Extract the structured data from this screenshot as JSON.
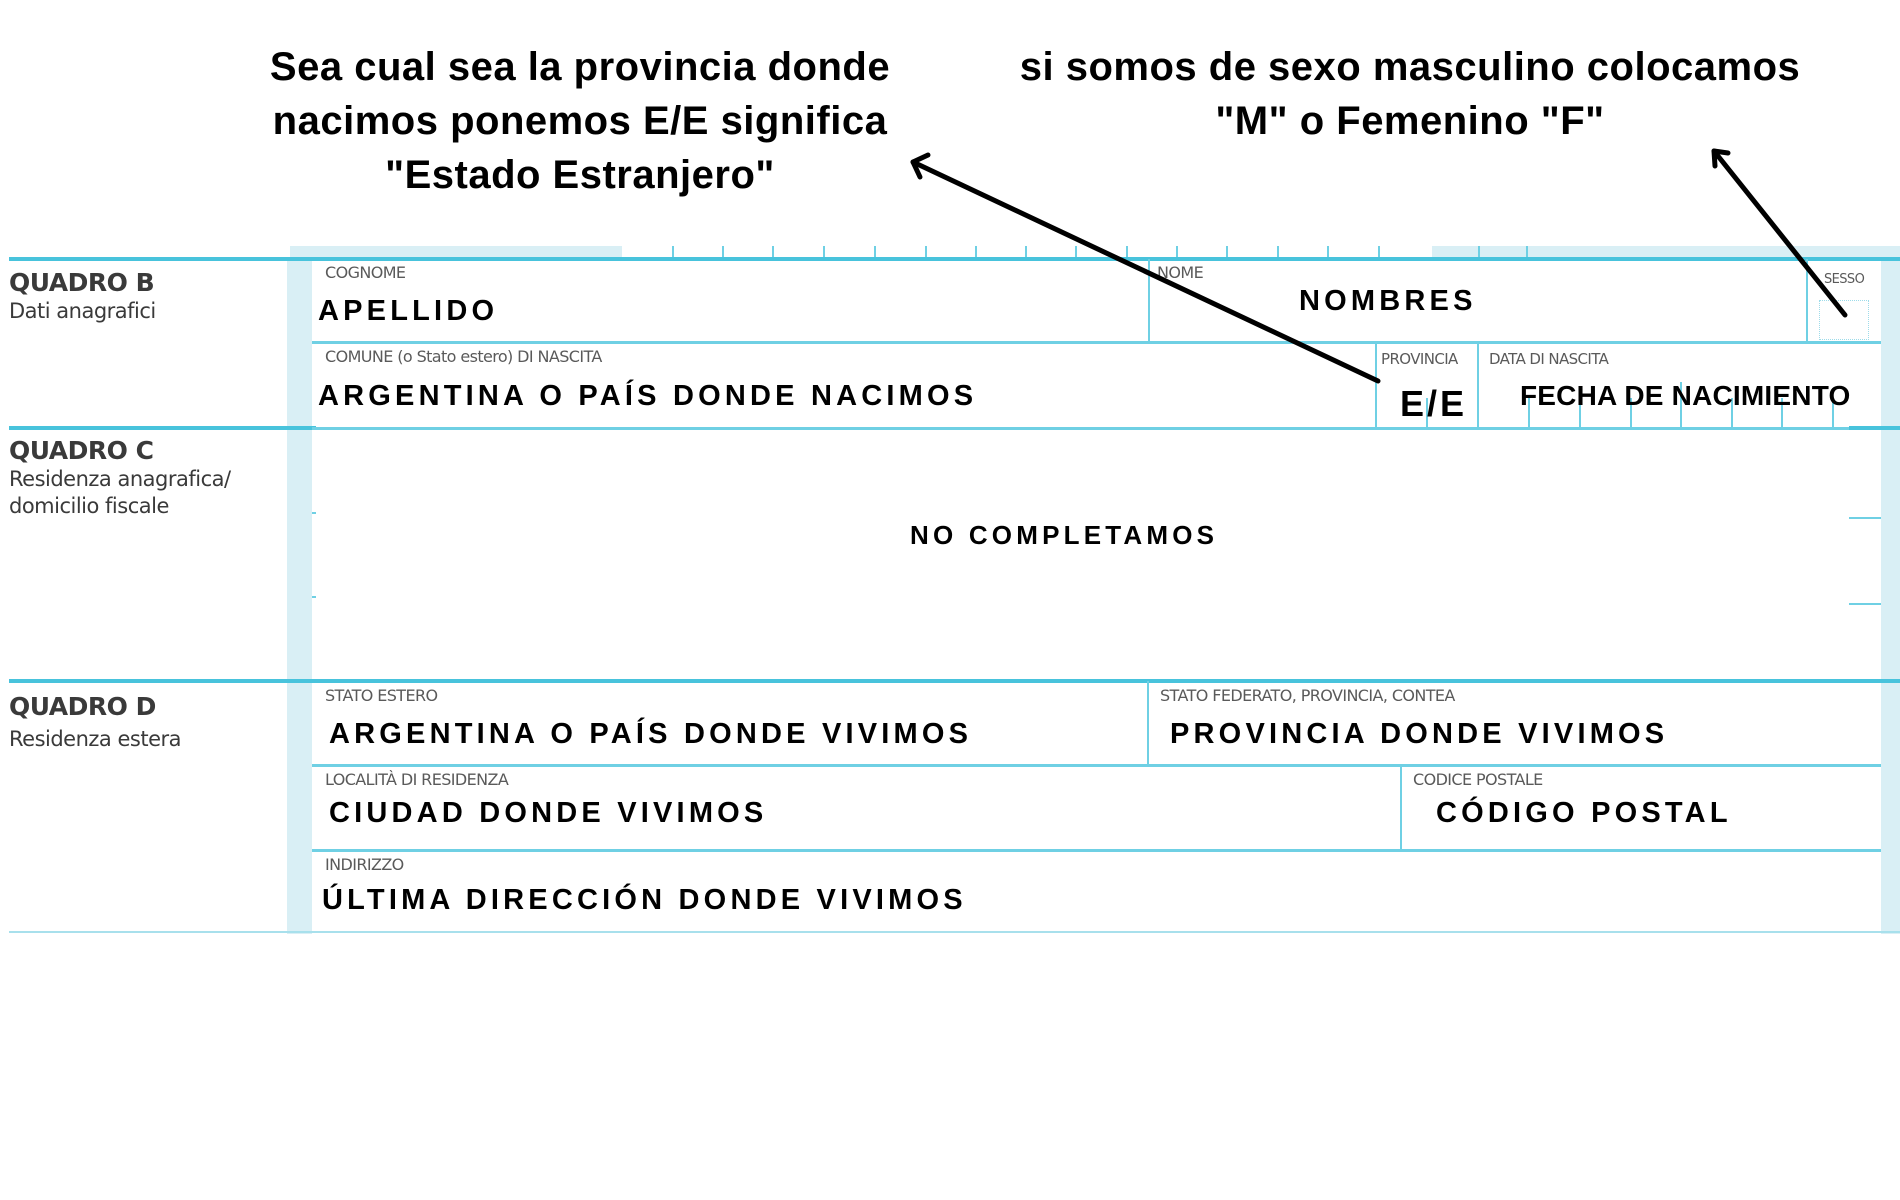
{
  "annotations": {
    "province_note": [
      "Sea cual sea la provincia donde",
      "nacimos ponemos E/E significa",
      "\"Estado Estranjero\""
    ],
    "sex_note": [
      "si somos de sexo masculino colocamos",
      "\"M\" o Femenino \"F\""
    ]
  },
  "quadro_b": {
    "title": "QUADRO B",
    "subtitle": "Dati anagrafici",
    "fields": {
      "cognome": {
        "label": "COGNOME",
        "value": "APELLIDO"
      },
      "nome": {
        "label": "NOME",
        "value": "NOMBRES"
      },
      "sesso": {
        "label": "SESSO",
        "value": ""
      },
      "comune": {
        "label": "COMUNE (o Stato estero) DI NASCITA",
        "value": "ARGENTINA O PAÍS DONDE NACIMOS"
      },
      "provincia": {
        "label": "PROVINCIA",
        "value": "E/E"
      },
      "data_nascita": {
        "label": "DATA DI NASCITA",
        "value": "FECHA DE NACIMIENTO"
      }
    }
  },
  "quadro_c": {
    "title": "QUADRO C",
    "subtitle_1": "Residenza anagrafica/",
    "subtitle_2": "domicilio fiscale",
    "note": "NO COMPLETAMOS"
  },
  "quadro_d": {
    "title": "QUADRO D",
    "subtitle": "Residenza estera",
    "fields": {
      "stato_estero": {
        "label": "STATO ESTERO",
        "value": "ARGENTINA O PAÍS DONDE VIVIMOS"
      },
      "stato_federato": {
        "label": "STATO FEDERATO, PROVINCIA, CONTEA",
        "value": "PROVINCIA DONDE VIVIMOS"
      },
      "localita": {
        "label": "LOCALITÀ DI RESIDENZA",
        "value": "CIUDAD DONDE VIVIMOS"
      },
      "codice_postale": {
        "label": "CODICE POSTALE",
        "value": "CÓDIGO POSTAL"
      },
      "indirizzo": {
        "label": "INDIRIZZO",
        "value": "ÚLTIMA DIRECCIÓN DONDE VIVIMOS"
      }
    }
  },
  "colors": {
    "form_line": "#48c3dc",
    "form_band": "#d9eff5",
    "label_text": "#5a5a5a",
    "arrow": "#000000"
  }
}
